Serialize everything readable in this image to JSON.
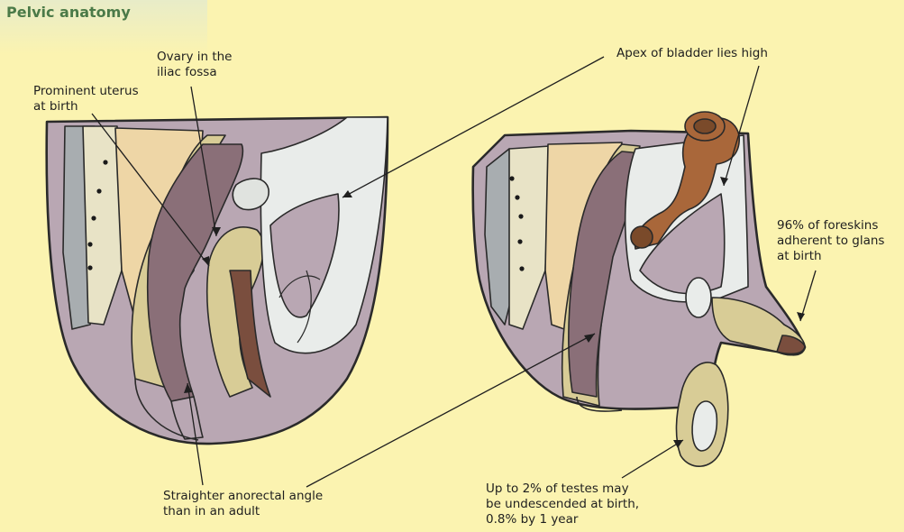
{
  "title": "Pelvic anatomy",
  "labels": {
    "ovary_line1": "Ovary in the",
    "ovary_line2": "iliac fossa",
    "uterus_line1": "Prominent uterus",
    "uterus_line2": "at birth",
    "bladder": "Apex of bladder lies high",
    "foreskin_line1": "96%  of foreskins",
    "foreskin_line2": "adherent to glans",
    "foreskin_line3": "at birth",
    "anorectal_line1": "Straighter anorectal angle",
    "anorectal_line2": "than in an adult",
    "testes_line1": "Up to 2% of testes may",
    "testes_line2": "be undescended at birth,",
    "testes_line3": "0.8% by 1 year"
  },
  "colors": {
    "background": "#fbf3b0",
    "title": "#4b7a48",
    "tissue_mauve": "#b9a7b3",
    "tissue_dark": "#8a6f78",
    "bone_tan": "#eed6a6",
    "fascia_khaki": "#d8cc96",
    "bladder_pale": "#e9ecea",
    "brown_organ": "#a9673a"
  }
}
